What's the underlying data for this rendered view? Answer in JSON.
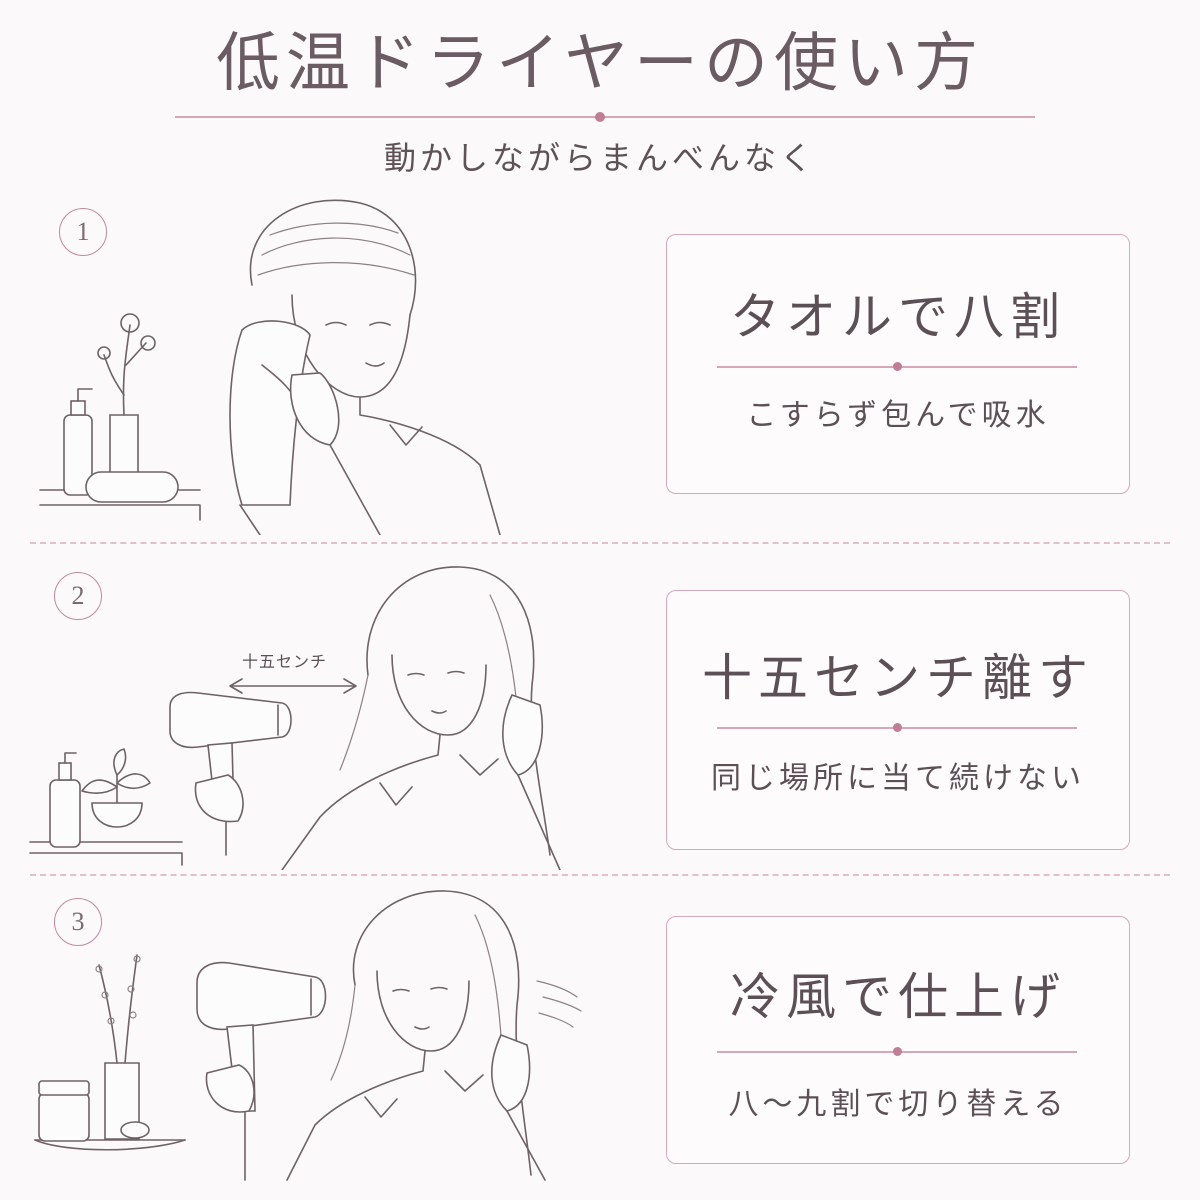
{
  "title": "低温ドライヤーの使い方",
  "subtitle": "動かしながらまんべんなく",
  "steps": [
    {
      "number": "1",
      "heading": "タオルで八割",
      "sub": "こすらず包んで吸水"
    },
    {
      "number": "2",
      "heading": "十五センチ離す",
      "sub": "同じ場所に当て続けない",
      "distance_label": "十五センチ"
    },
    {
      "number": "3",
      "heading": "冷風で仕上げ",
      "sub": "八～九割で切り替える"
    }
  ],
  "colors": {
    "accent": "#c07e93",
    "line": "#d8a7b7",
    "text": "#5e5257",
    "background": "#fbf9fa"
  }
}
